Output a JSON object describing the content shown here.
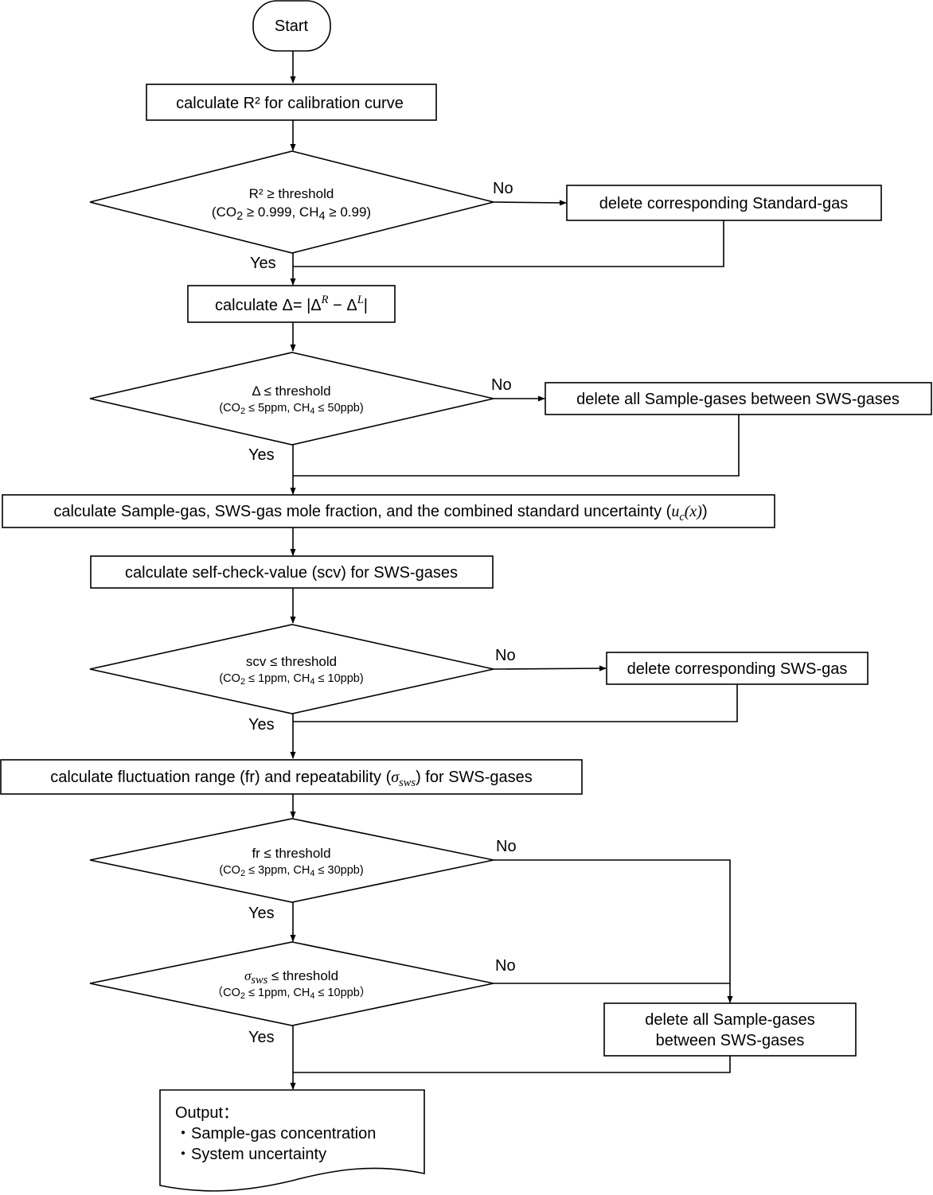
{
  "start": "Start",
  "step_r2": "calculate R² for calibration curve",
  "dec_r2": {
    "line1": "R² ≥ threshold",
    "line2_a": "(CO",
    "line2_b": "2",
    "line2_c": " ≥ 0.999, CH",
    "line2_d": "4",
    "line2_e": " ≥ 0.99)"
  },
  "act_r2_no": "delete corresponding Standard-gas",
  "step_delta": {
    "prefix": "calculate Δ= |Δ",
    "sup1": "R",
    "mid": " − Δ",
    "sup2": "L",
    "suffix": "|"
  },
  "dec_delta": {
    "line1": "Δ ≤ threshold",
    "line2_a": "(CO",
    "line2_b": "2",
    "line2_c": " ≤ 5ppm, CH",
    "line2_d": "4",
    "line2_e": " ≤ 50ppb)"
  },
  "act_delta_no": "delete all Sample-gases between SWS-gases",
  "step_mole": {
    "text": "calculate Sample-gas, SWS-gas mole fraction, and the combined standard uncertainty (",
    "sym": "u",
    "symsub": "c",
    "arg": "(x)",
    "close": ")"
  },
  "step_scv": "calculate self-check-value (scv) for SWS-gases",
  "dec_scv": {
    "line1": "scv ≤ threshold",
    "line2_a": "(CO",
    "line2_b": "2",
    "line2_c": " ≤ 1ppm, CH",
    "line2_d": "4",
    "line2_e": " ≤ 10ppb)"
  },
  "act_scv_no": "delete corresponding SWS-gas",
  "step_fr": {
    "prefix": "calculate fluctuation range (fr) and repeatability (",
    "sym": "σ",
    "symsub": "sws",
    "suffix": ") for SWS-gases"
  },
  "dec_fr": {
    "line1": "fr ≤ threshold",
    "line2_a": "(CO",
    "line2_b": "2",
    "line2_c": " ≤ 3ppm, CH",
    "line2_d": "4",
    "line2_e": " ≤ 30ppb)"
  },
  "dec_sigma": {
    "sym": "σ",
    "symsub": "sws",
    "line1_rest": " ≤ threshold",
    "line2_a": "（CO",
    "line2_b": "2",
    "line2_c": " ≤ 1ppm, CH",
    "line2_d": "4",
    "line2_e": " ≤ 10ppb）"
  },
  "act_final_no": {
    "line1": "delete all Sample-gases",
    "line2": "between SWS-gases"
  },
  "output": {
    "title": "Output：",
    "item1": "・Sample-gas concentration",
    "item2": "・System uncertainty"
  },
  "yes_label": "Yes",
  "no_label": "No"
}
